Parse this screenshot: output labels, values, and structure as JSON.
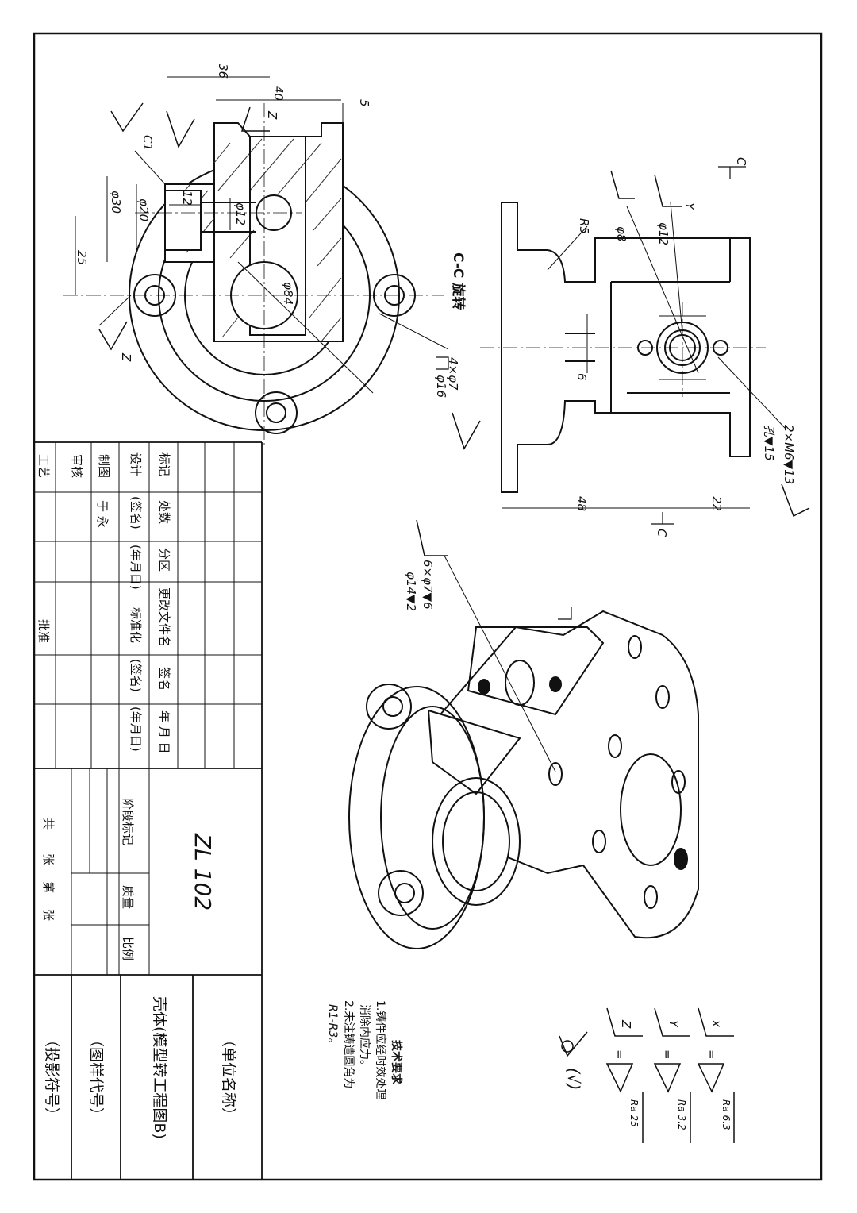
{
  "drawing_code": "ZL 102",
  "part_name": "壳体(模型转工程图B)",
  "company": "（单位名称）",
  "drawing_number": "（图样代号）",
  "projection": "（投影符号）",
  "section_label": "C-C 旋转",
  "title_block": {
    "biaoji": "标记",
    "chushu": "处数",
    "fenqu": "分区",
    "genggai": "更改文件名",
    "qianming": "签名",
    "nianyueri": "年 月 日",
    "sheji": "设计",
    "qianming2": "(签名)",
    "nianyueri2": "(年月日)",
    "biaozhunhua": "标准化",
    "qianming3": "(签名)",
    "nianyueri3": "(年月日)",
    "zhitu": "制图",
    "designer": "于 永",
    "shenhe": "审核",
    "gongyi": "工艺",
    "pizhun": "批准",
    "jieduan": "阶段标记",
    "zhiliang": "质量",
    "bili": "比例",
    "gong": "共",
    "zhang1": "张",
    "di": "第",
    "zhang2": "张"
  },
  "tech_req": {
    "title": "技术要求",
    "line1": "1.铸件应经时效处理",
    "line2": "消除内应力。",
    "line3": "2.未注铸造圆角为",
    "line4": "R1-R3。"
  },
  "roughness_legend": {
    "x_sym": "x",
    "x_val": "Ra 6.3",
    "y_sym": "Y",
    "y_val": "Ra 3.2",
    "z_sym": "Z",
    "z_val": "Ra 25",
    "other": "(√)",
    "eq": "="
  },
  "dims": {
    "d36": "36",
    "d40": "40",
    "d5": "5",
    "dz": "Z",
    "c1": "C1",
    "d12": "12",
    "phi30": "φ30",
    "phi20": "φ20",
    "phi12": "φ12",
    "d25": "25",
    "phi84": "φ84",
    "holes1a": "4×φ7",
    "holes1b": "φ16",
    "c_top": "C",
    "c_bot": "C",
    "r5": "R5",
    "phi8": "φ8",
    "phi12b": "φ12",
    "d6": "6",
    "d48": "48",
    "d22": "22",
    "m6a": "2×M6▼13",
    "m6b": "孔▼15",
    "holes2a": "6×φ7▼6",
    "holes2b": "φ14▼2",
    "rz": "Z",
    "ry": "Y"
  }
}
